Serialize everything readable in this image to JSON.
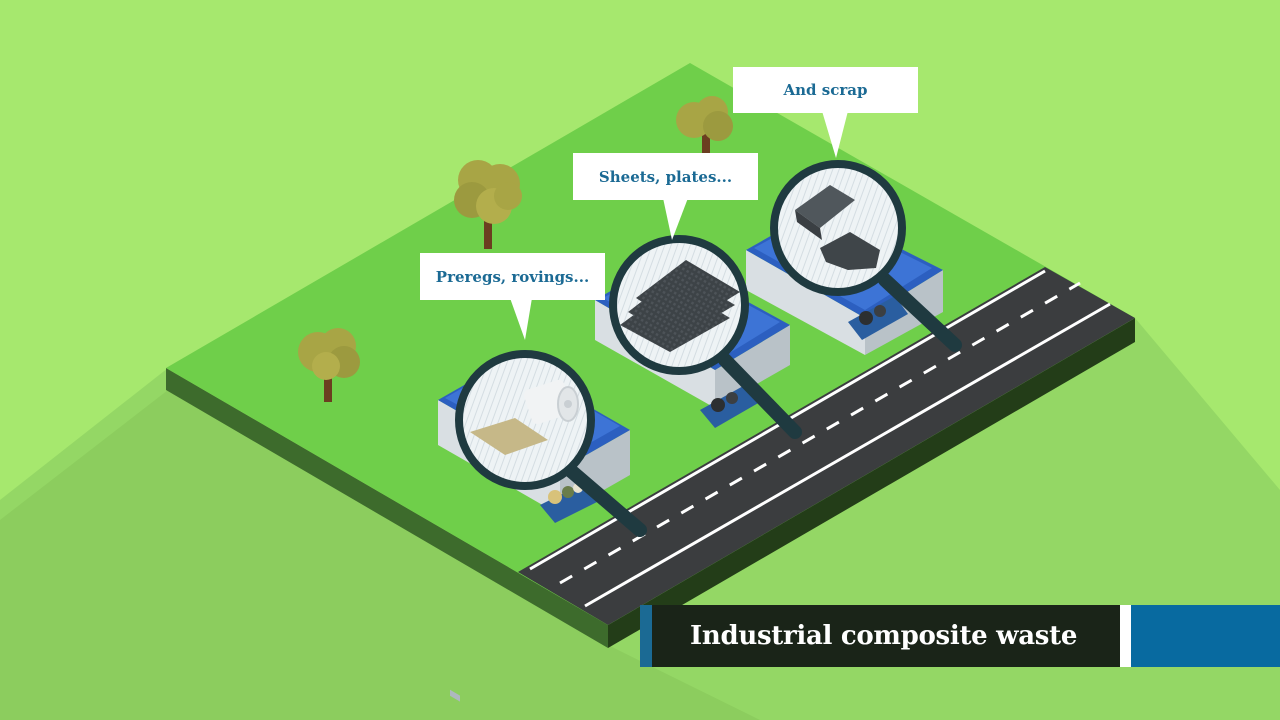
{
  "callouts": {
    "prepregs": "Preregs, rovings...",
    "sheets": "Sheets, plates...",
    "scrap": "And scrap"
  },
  "caption": {
    "title": "Industrial composite waste"
  },
  "colors": {
    "background": "#a6e86e",
    "lawn": "#6fcf4a",
    "road": "#3a3a3a",
    "accent_blue": "#1b6a94",
    "caption_dark": "#1a2418",
    "roof_blue": "#2c5fc0"
  },
  "icons": [
    "tree-icon",
    "factory-icon",
    "magnifier-icon",
    "dumpster-icon",
    "prepreg-roll-icon",
    "sheet-stack-icon",
    "scrap-profile-icon"
  ]
}
